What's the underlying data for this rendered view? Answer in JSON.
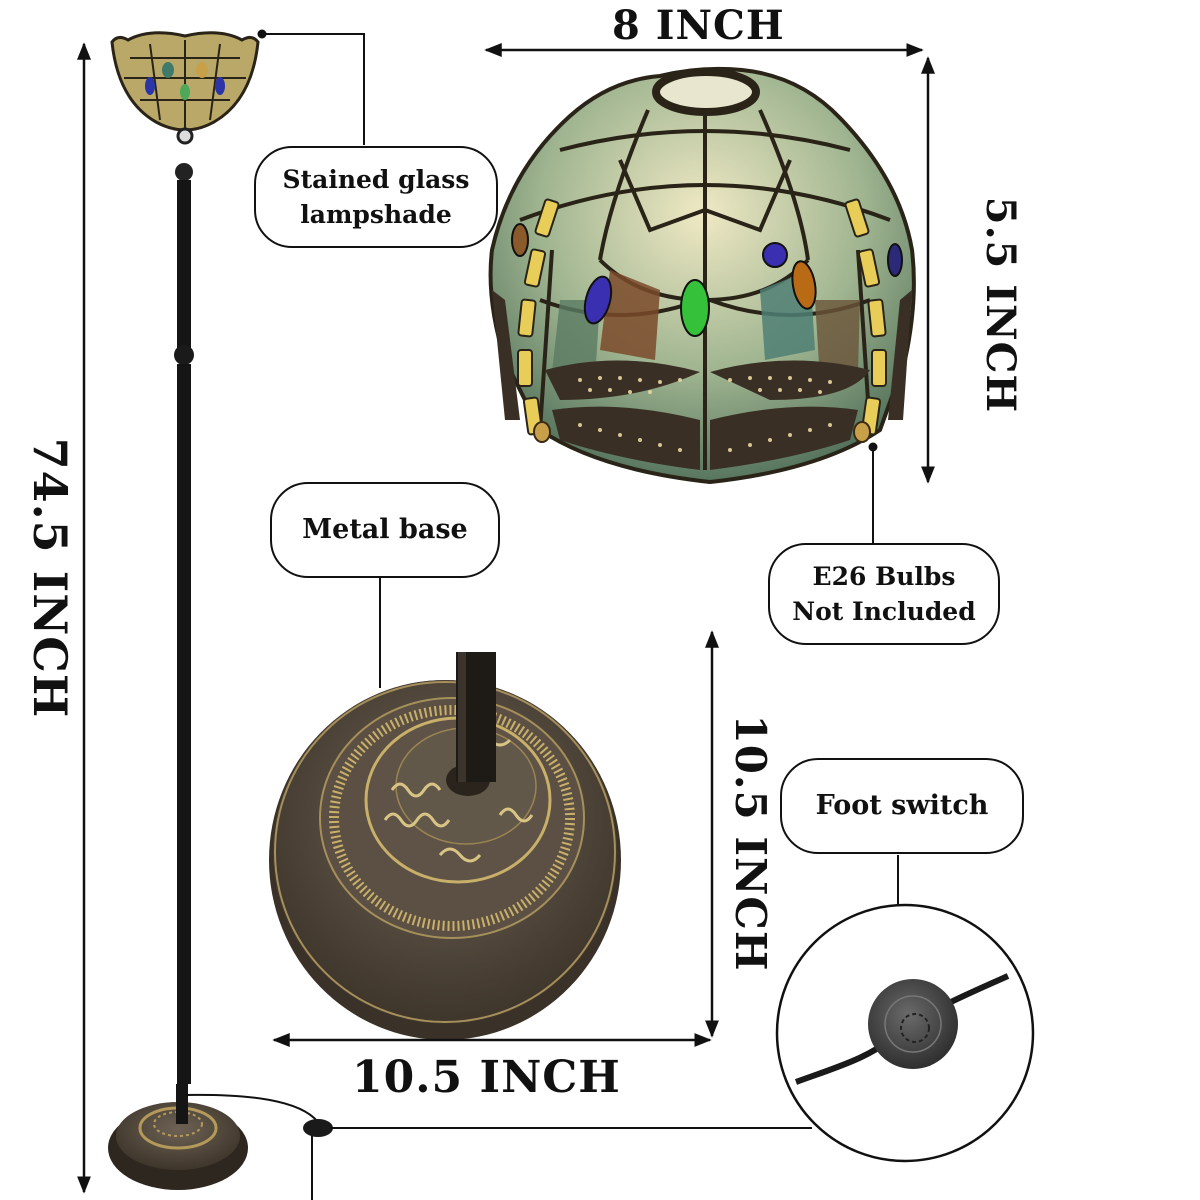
{
  "callouts": {
    "lampshade": {
      "line1": "Stained glass",
      "line2": "lampshade"
    },
    "metal_base": "Metal base",
    "bulbs": {
      "line1": "E26 Bulbs",
      "line2": "Not Included"
    },
    "foot_switch": "Foot switch"
  },
  "dimensions": {
    "total_height": "74.5 INCH",
    "shade_width": "8 INCH",
    "shade_height": "5.5 INCH",
    "base_height": "10.5 INCH",
    "base_width": "10.5 INCH"
  },
  "colors": {
    "line": "#111111",
    "bronze": "#5e5346",
    "bronze_dark": "#3b3329",
    "brass": "#c8b06a",
    "glass_green": "#5f8a6a",
    "glass_cream": "#e6e0b8",
    "glass_amber": "#8a5a2a",
    "jewel_blue": "#3a2fb0",
    "jewel_green": "#35c23a",
    "jewel_orange": "#b86a14",
    "switch_gray": "#4a4a4a"
  }
}
